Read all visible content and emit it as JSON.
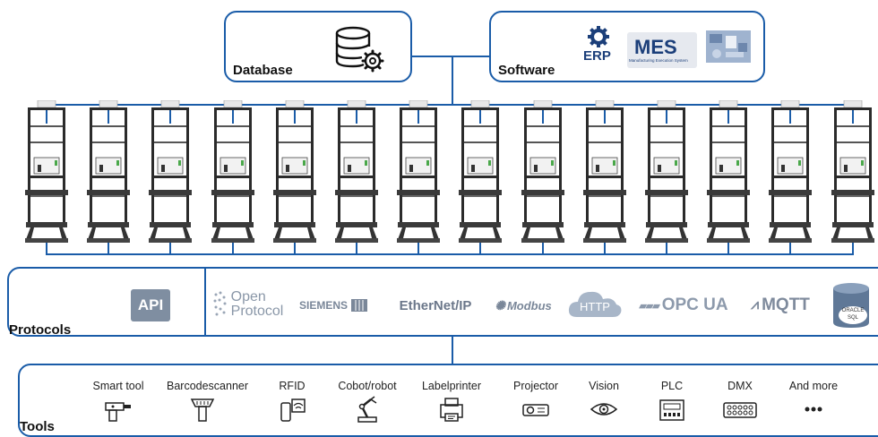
{
  "database": {
    "label": "Database",
    "icon": "database-gear-icon"
  },
  "software": {
    "label": "Software",
    "items": [
      {
        "name": "erp",
        "text": "ERP",
        "icon": "gear-icon"
      },
      {
        "name": "mes",
        "text": "MES",
        "subtext": "Manufacturing Execution System"
      },
      {
        "name": "app",
        "icon": "software-dashboard-icon"
      }
    ]
  },
  "stations": {
    "count": 14,
    "icon": "workstation-icon"
  },
  "protocols": {
    "label": "Protocols",
    "api": "API",
    "items": [
      {
        "name": "open-protocol",
        "line1": "Open",
        "line2": "Protocol"
      },
      {
        "name": "siemens",
        "text": "SIEMENS"
      },
      {
        "name": "ethernet-ip",
        "text": "EtherNet/IP"
      },
      {
        "name": "modbus",
        "text": "Modbus"
      },
      {
        "name": "http",
        "text": "HTTP"
      },
      {
        "name": "opc-ua",
        "text": "OPC UA"
      },
      {
        "name": "mqtt",
        "text": "MQTT"
      },
      {
        "name": "oracle-sql",
        "line1": "ORACLE",
        "line2": "SQL"
      }
    ]
  },
  "tools": {
    "label": "Tools",
    "items": [
      {
        "label": "Smart tool",
        "icon": "smart-tool-icon"
      },
      {
        "label": "Barcodescanner",
        "icon": "barcode-scanner-icon"
      },
      {
        "label": "RFID",
        "icon": "rfid-icon"
      },
      {
        "label": "Cobot/robot",
        "icon": "robot-arm-icon"
      },
      {
        "label": "Labelprinter",
        "icon": "label-printer-icon"
      },
      {
        "label": "Projector",
        "icon": "projector-icon"
      },
      {
        "label": "Vision",
        "icon": "vision-eye-icon"
      },
      {
        "label": "PLC",
        "icon": "plc-icon"
      },
      {
        "label": "DMX",
        "icon": "dmx-icon"
      },
      {
        "label": "And more",
        "icon": "more-dots-icon"
      }
    ]
  },
  "colors": {
    "accent": "#1a5ca8",
    "muted": "#7a8799"
  }
}
